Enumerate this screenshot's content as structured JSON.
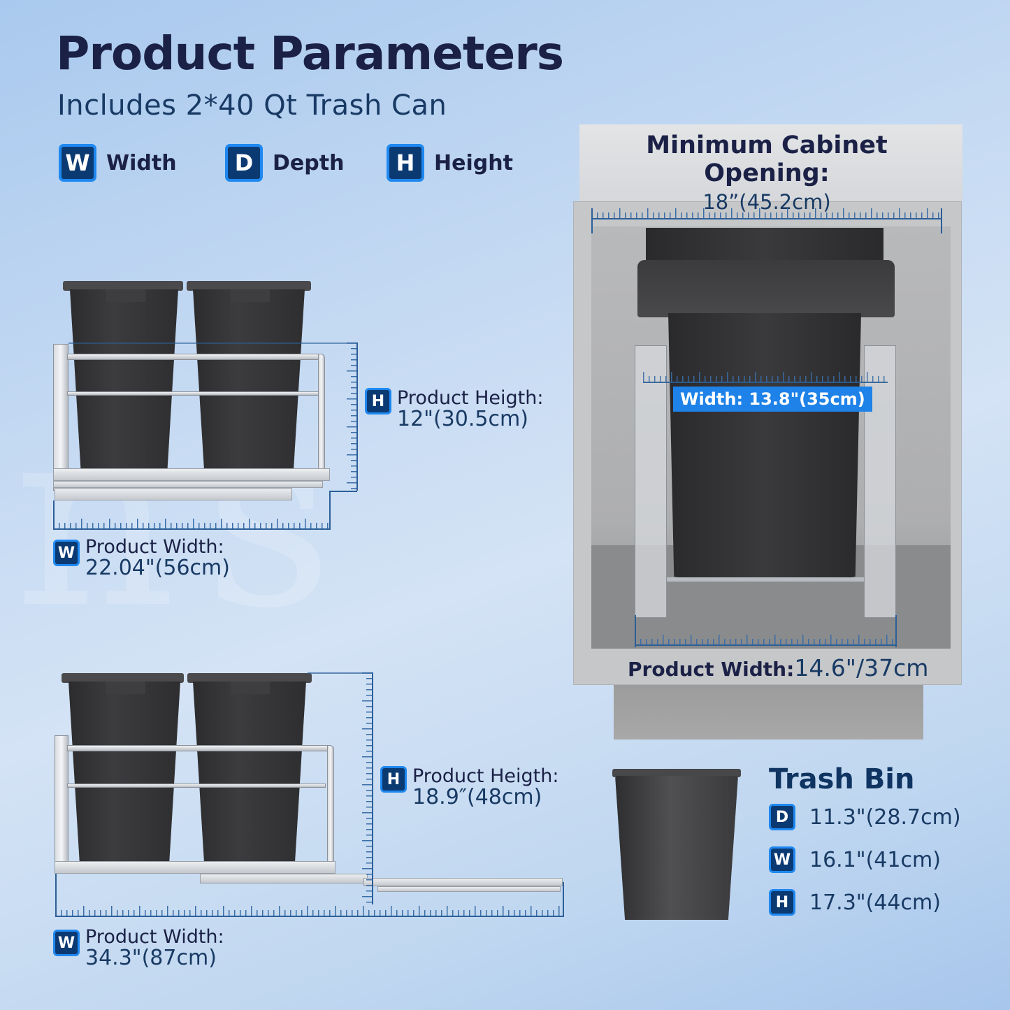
{
  "header": {
    "title": "Product Parameters",
    "subtitle": "Includes 2*40 Qt Trash Can"
  },
  "legend": [
    {
      "letter": "W",
      "label": "Width",
      "icon": "width-badge-icon"
    },
    {
      "letter": "D",
      "label": "Depth",
      "icon": "depth-badge-icon"
    },
    {
      "letter": "H",
      "label": "Height",
      "icon": "height-badge-icon"
    }
  ],
  "closed_view": {
    "height": {
      "letter": "H",
      "label": "Product Heigth:",
      "value": "12\"(30.5cm)"
    },
    "width": {
      "letter": "W",
      "label": "Product Width:",
      "value": "22.04\"(56cm)"
    }
  },
  "extended_view": {
    "height": {
      "letter": "H",
      "label": "Product Heigth:",
      "value": "18.9″(48cm)"
    },
    "width": {
      "letter": "W",
      "label": "Product Width:",
      "value": "34.3\"(87cm)"
    }
  },
  "cabinet": {
    "title": "Minimum Cabinet Opening:",
    "opening_value": "18”(45.2cm)",
    "inner_width_tag": "Width: 13.8\"(35cm)",
    "product_width_label": "Product Width:",
    "product_width_value": "14.6\"/37cm"
  },
  "trash_bin": {
    "title": "Trash Bin",
    "specs": [
      {
        "letter": "D",
        "value": "11.3\"(28.7cm)"
      },
      {
        "letter": "W",
        "value": "16.1\"(41cm)"
      },
      {
        "letter": "H",
        "value": "17.3\"(44cm)"
      }
    ]
  },
  "colors": {
    "badge_fill": "#0b3a73",
    "badge_border": "#1e88f0",
    "title_text": "#1b2146",
    "value_text": "#183a64",
    "width_tag": "#1e82e8",
    "ruler": "#2c5f98"
  }
}
